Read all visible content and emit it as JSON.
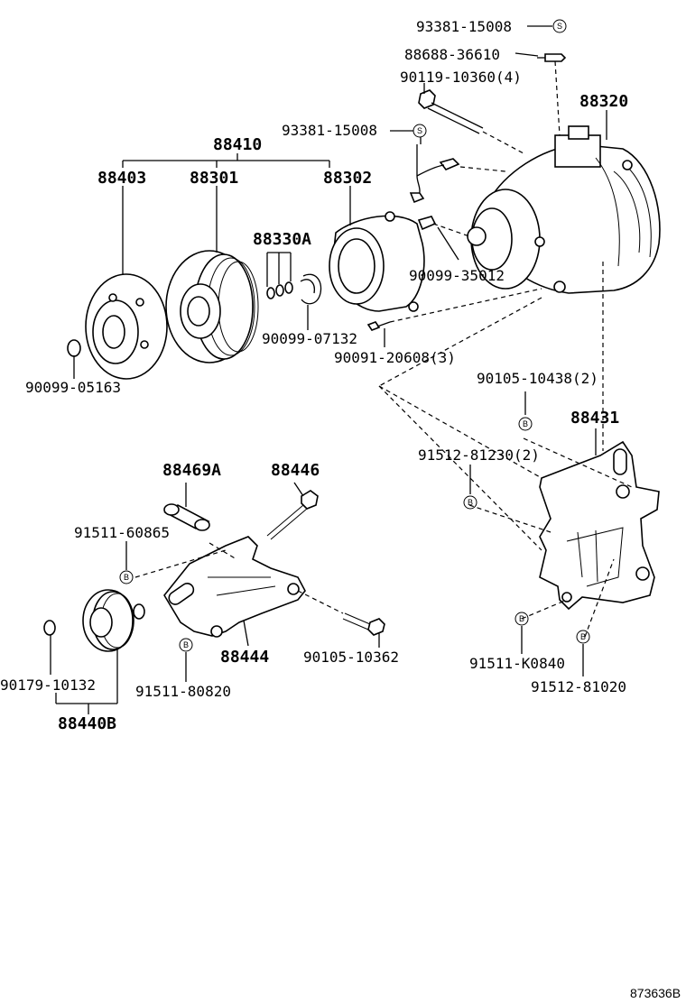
{
  "parts": {
    "p93381_15008_top": "93381-15008",
    "p88688_36610": "88688-36610",
    "p90119_10360": "90119-10360(4)",
    "p88320": "88320",
    "p88410": "88410",
    "p93381_15008_mid": "93381-15008",
    "p88403": "88403",
    "p88301": "88301",
    "p88302": "88302",
    "p88330A": "88330A",
    "p90099_35012": "90099-35012",
    "p90099_07132": "90099-07132",
    "p90091_20608": "90091-20608(3)",
    "p90099_05163": "90099-05163",
    "p90105_10438": "90105-10438(2)",
    "p88431": "88431",
    "p91512_81230": "91512-81230(2)",
    "p88469A": "88469A",
    "p88446": "88446",
    "p91511_60865": "91511-60865",
    "p88444": "88444",
    "p90105_10362": "90105-10362",
    "p90179_10132": "90179-10132",
    "p91511_80820": "91511-80820",
    "p91511_K0840": "91511-K0840",
    "p91512_81020": "91512-81020",
    "p88440B": "88440B"
  },
  "symbols": {
    "s": "S",
    "b": "B"
  },
  "reference": "873636B"
}
